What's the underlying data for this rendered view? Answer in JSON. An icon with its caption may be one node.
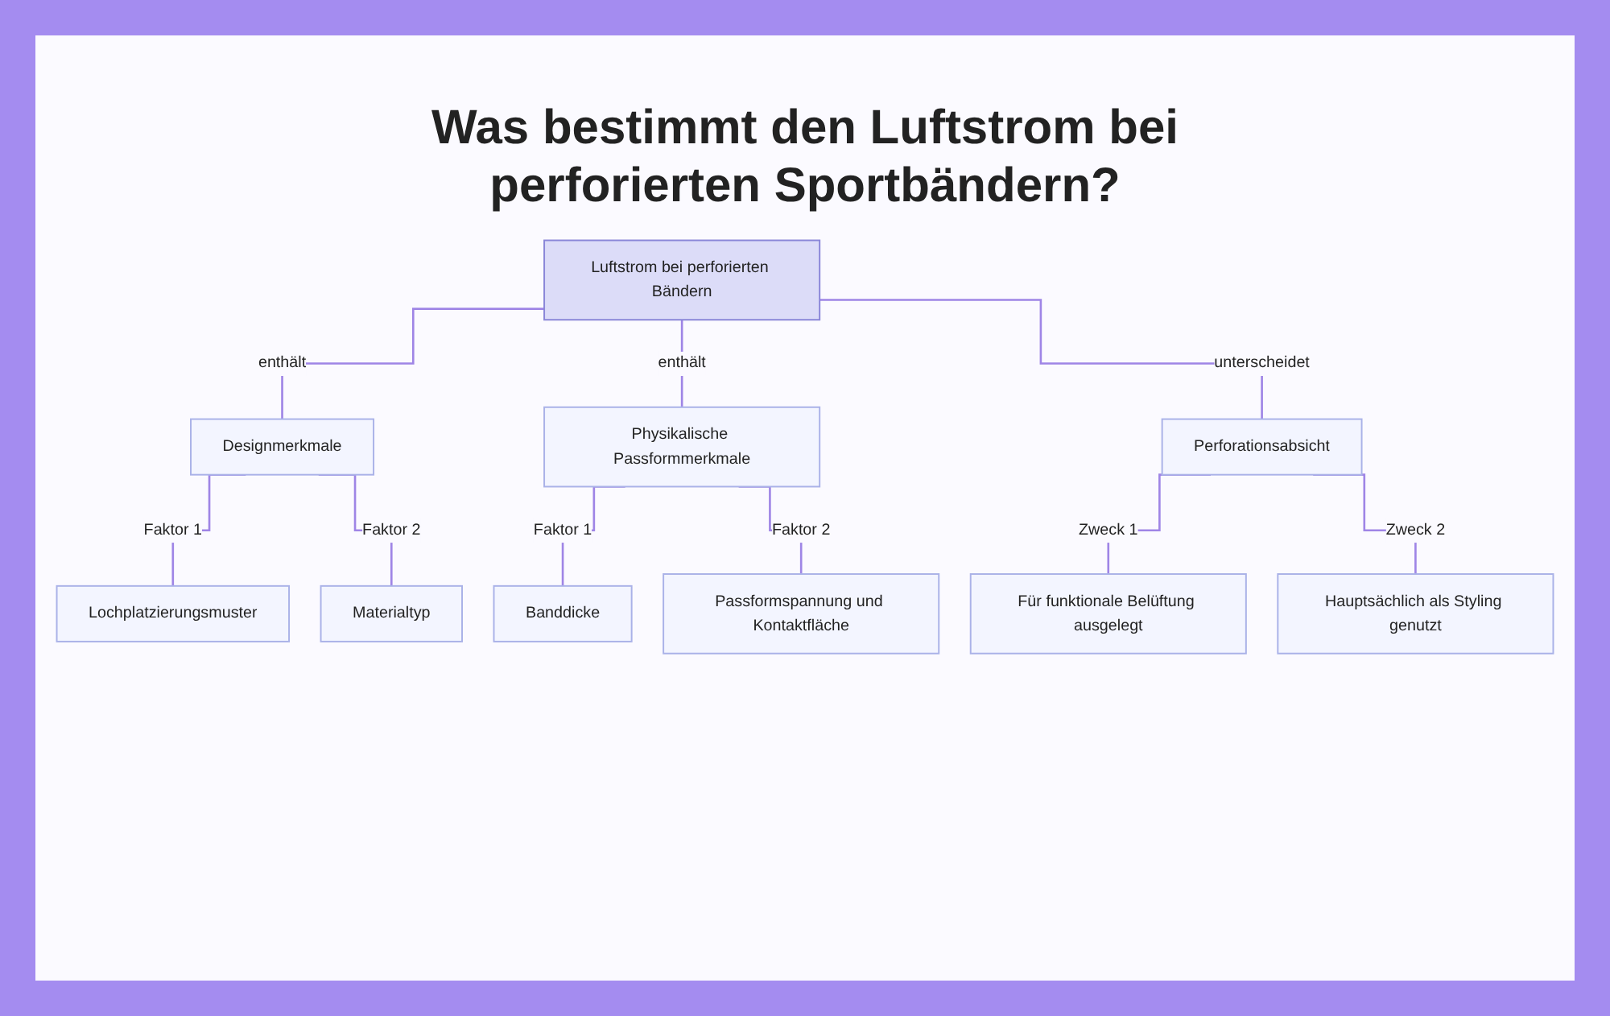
{
  "diagram": {
    "title": "Was bestimmt den Luftstrom bei perforierten Sportbändern?",
    "nodes": [
      {
        "text": [
          "Luftstrom bei perforierten Bändern"
        ]
      },
      {
        "text": [
          "Designmerkmale"
        ]
      },
      {
        "text": [
          "Physikalische Passformmerkmale"
        ]
      },
      {
        "text": [
          "Perforationsabsicht"
        ]
      },
      {
        "text": [
          "Lochplatzierungsmuster"
        ]
      },
      {
        "text": [
          "Materialtyp"
        ]
      },
      {
        "text": [
          "Banddicke"
        ]
      },
      {
        "text": [
          "Passformspannung und Kontaktfläche"
        ]
      },
      {
        "text": [
          "Für funktionale Belüftung ausgelegt"
        ]
      },
      {
        "text": [
          "Hauptsächlich als Styling genutzt"
        ]
      }
    ],
    "edges": [
      {
        "from": 0,
        "to": 1,
        "arrow": "none",
        "label": "enthält"
      },
      {
        "from": 0,
        "to": 2,
        "arrow": "none",
        "label": "enthält"
      },
      {
        "from": 0,
        "to": 3,
        "arrow": "none",
        "label": "unterscheidet"
      },
      {
        "from": 1,
        "to": 4,
        "arrow": "none",
        "label": "Faktor 1"
      },
      {
        "from": 1,
        "to": 5,
        "arrow": "none",
        "label": "Faktor 2"
      },
      {
        "from": 2,
        "to": 6,
        "arrow": "none",
        "label": "Faktor 1"
      },
      {
        "from": 2,
        "to": 7,
        "arrow": "none",
        "label": "Faktor 2"
      },
      {
        "from": 3,
        "to": 8,
        "arrow": "none",
        "label": "Zweck 1"
      },
      {
        "from": 3,
        "to": 9,
        "arrow": "none",
        "label": "Zweck 2"
      }
    ]
  }
}
